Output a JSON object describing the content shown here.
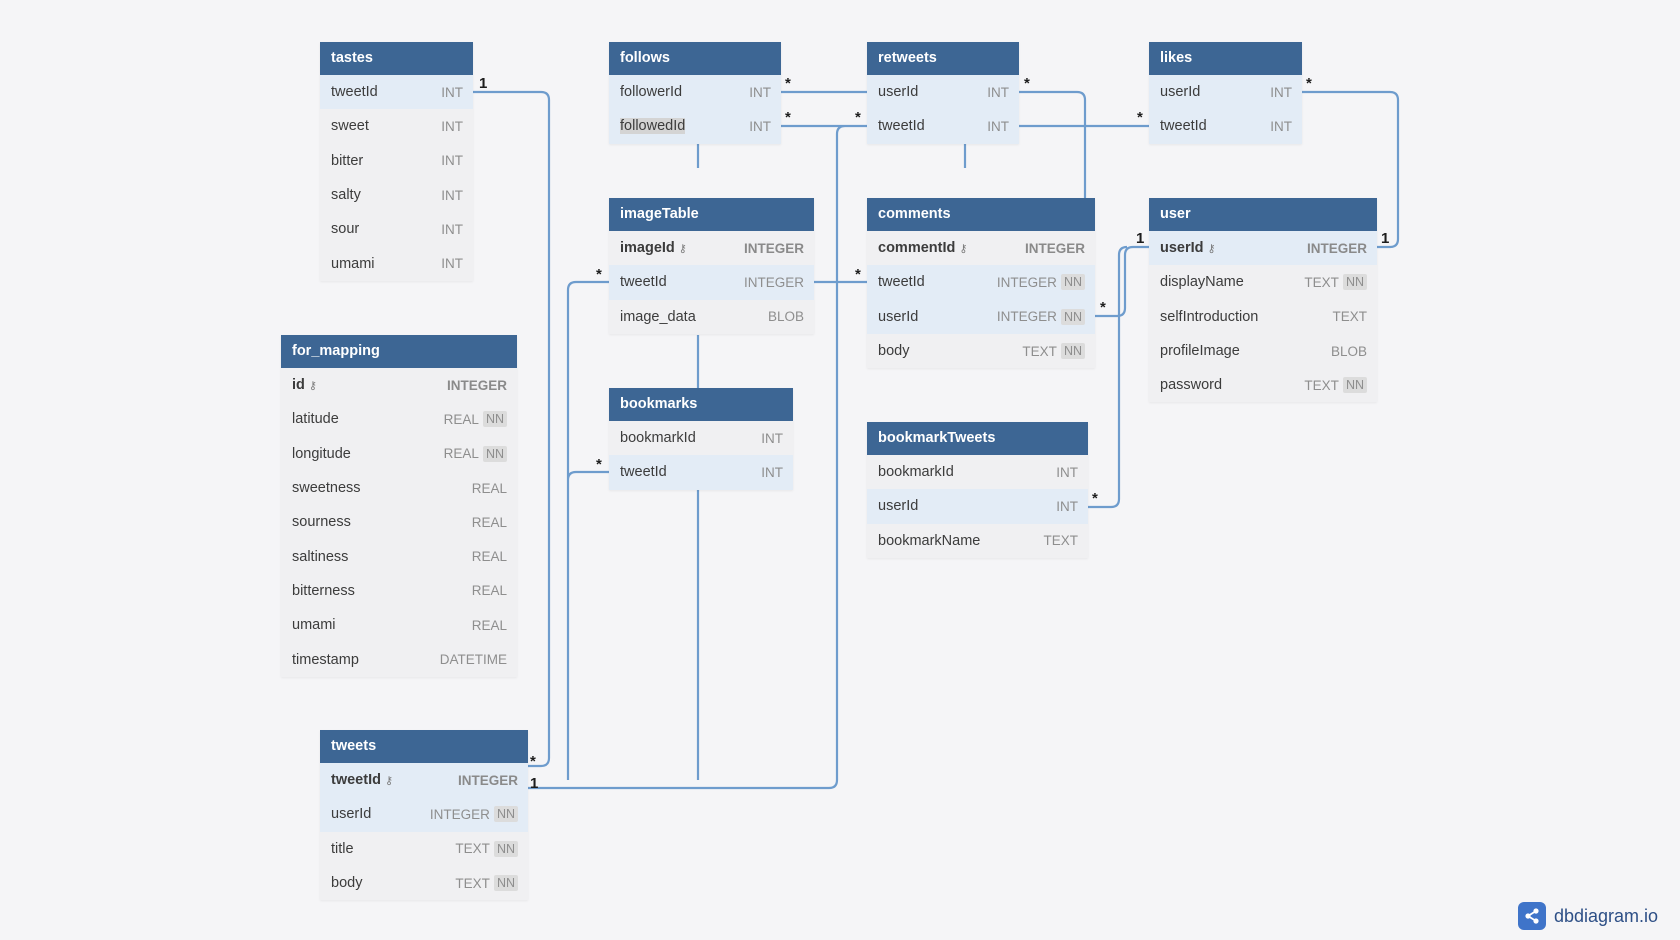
{
  "colors": {
    "header": "#3d6694",
    "link": "#6e9ccd",
    "highlight_row": "#e3ecf6"
  },
  "brand": {
    "name": "dbdiagram.io",
    "icon": "share-nodes-icon"
  },
  "tables": [
    {
      "key": "tastes",
      "name": "tastes",
      "fields": [
        {
          "name": "tweetId",
          "type": "INT",
          "hl": true
        },
        {
          "name": "sweet",
          "type": "INT"
        },
        {
          "name": "bitter",
          "type": "INT"
        },
        {
          "name": "salty",
          "type": "INT"
        },
        {
          "name": "sour",
          "type": "INT"
        },
        {
          "name": "umami",
          "type": "INT"
        }
      ]
    },
    {
      "key": "follows",
      "name": "follows",
      "fields": [
        {
          "name": "followerId",
          "type": "INT",
          "hl": true
        },
        {
          "name": "followedId",
          "type": "INT",
          "hl": true,
          "selected": true
        }
      ]
    },
    {
      "key": "retweets",
      "name": "retweets",
      "fields": [
        {
          "name": "userId",
          "type": "INT",
          "hl": true
        },
        {
          "name": "tweetId",
          "type": "INT",
          "hl": true
        }
      ]
    },
    {
      "key": "likes",
      "name": "likes",
      "fields": [
        {
          "name": "userId",
          "type": "INT",
          "hl": true
        },
        {
          "name": "tweetId",
          "type": "INT",
          "hl": true
        }
      ]
    },
    {
      "key": "imageTable",
      "name": "imageTable",
      "fields": [
        {
          "name": "imageId",
          "type": "INTEGER",
          "pk": true
        },
        {
          "name": "tweetId",
          "type": "INTEGER",
          "hl": true
        },
        {
          "name": "image_data",
          "type": "BLOB"
        }
      ]
    },
    {
      "key": "comments",
      "name": "comments",
      "fields": [
        {
          "name": "commentId",
          "type": "INTEGER",
          "pk": true
        },
        {
          "name": "tweetId",
          "type": "INTEGER",
          "nn": "NN",
          "hl": true
        },
        {
          "name": "userId",
          "type": "INTEGER",
          "nn": "NN",
          "hl": true
        },
        {
          "name": "body",
          "type": "TEXT",
          "nn": "NN"
        }
      ]
    },
    {
      "key": "user",
      "name": "user",
      "fields": [
        {
          "name": "userId",
          "type": "INTEGER",
          "pk": true,
          "hl": true
        },
        {
          "name": "displayName",
          "type": "TEXT",
          "nn": "NN"
        },
        {
          "name": "selfIntroduction",
          "type": "TEXT"
        },
        {
          "name": "profileImage",
          "type": "BLOB"
        },
        {
          "name": "password",
          "type": "TEXT",
          "nn": "NN"
        }
      ]
    },
    {
      "key": "for_mapping",
      "name": "for_mapping",
      "fields": [
        {
          "name": "id",
          "type": "INTEGER",
          "pk": true
        },
        {
          "name": "latitude",
          "type": "REAL",
          "nn": "NN"
        },
        {
          "name": "longitude",
          "type": "REAL",
          "nn": "NN"
        },
        {
          "name": "sweetness",
          "type": "REAL"
        },
        {
          "name": "sourness",
          "type": "REAL"
        },
        {
          "name": "saltiness",
          "type": "REAL"
        },
        {
          "name": "bitterness",
          "type": "REAL"
        },
        {
          "name": "umami",
          "type": "REAL"
        },
        {
          "name": "timestamp",
          "type": "DATETIME"
        }
      ]
    },
    {
      "key": "bookmarks",
      "name": "bookmarks",
      "fields": [
        {
          "name": "bookmarkId",
          "type": "INT"
        },
        {
          "name": "tweetId",
          "type": "INT",
          "hl": true
        }
      ]
    },
    {
      "key": "bookmarkTweets",
      "name": "bookmarkTweets",
      "fields": [
        {
          "name": "bookmarkId",
          "type": "INT"
        },
        {
          "name": "userId",
          "type": "INT",
          "hl": true
        },
        {
          "name": "bookmarkName",
          "type": "TEXT"
        }
      ]
    },
    {
      "key": "tweets",
      "name": "tweets",
      "fields": [
        {
          "name": "tweetId",
          "type": "INTEGER",
          "pk": true,
          "hl": true
        },
        {
          "name": "userId",
          "type": "INTEGER",
          "nn": "NN",
          "hl": true
        },
        {
          "name": "title",
          "type": "TEXT",
          "nn": "NN"
        },
        {
          "name": "body",
          "type": "TEXT",
          "nn": "NN"
        }
      ]
    }
  ],
  "relations": [
    {
      "name": "tastes-tweetId-to-tweets-tweetId",
      "from": "1",
      "to": "*"
    },
    {
      "name": "follows-followerId-to-retweets-userId",
      "from": "*",
      "to": ""
    },
    {
      "name": "follows-followedId-to-retweets-tweetId",
      "from": "*",
      "to": "*"
    },
    {
      "name": "retweets-userId-to-comments",
      "from": "*",
      "to": ""
    },
    {
      "name": "retweets-tweetId-to-likes-tweetId",
      "from": "",
      "to": "*"
    },
    {
      "name": "likes-userId-to-user-userId",
      "from": "*",
      "to": "1"
    },
    {
      "name": "imageTable-tweetId-to-comments-tweetId",
      "from": "*",
      "to": "*"
    },
    {
      "name": "comments-userId-to-user-userId",
      "from": "*",
      "to": "1"
    },
    {
      "name": "bookmarkTweets-userId-to-user",
      "from": "*",
      "to": ""
    },
    {
      "name": "bookmarks-tweetId-to-tweets",
      "from": "*",
      "to": "1"
    },
    {
      "name": "tweets-userId-link",
      "from": "*",
      "to": ""
    }
  ]
}
